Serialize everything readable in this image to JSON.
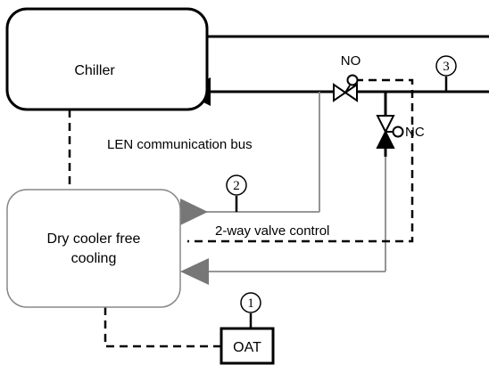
{
  "nodes": {
    "chiller": "Chiller",
    "dry_cooler_line1": "Dry cooler free",
    "dry_cooler_line2": "cooling",
    "oat": "OAT"
  },
  "valves": {
    "normally_open": "NO",
    "normally_closed": "NC"
  },
  "annotations": {
    "bus": "LEN communication bus",
    "valve_control": "2-way valve control"
  },
  "callouts": {
    "one": "1",
    "two": "2",
    "three": "3"
  }
}
